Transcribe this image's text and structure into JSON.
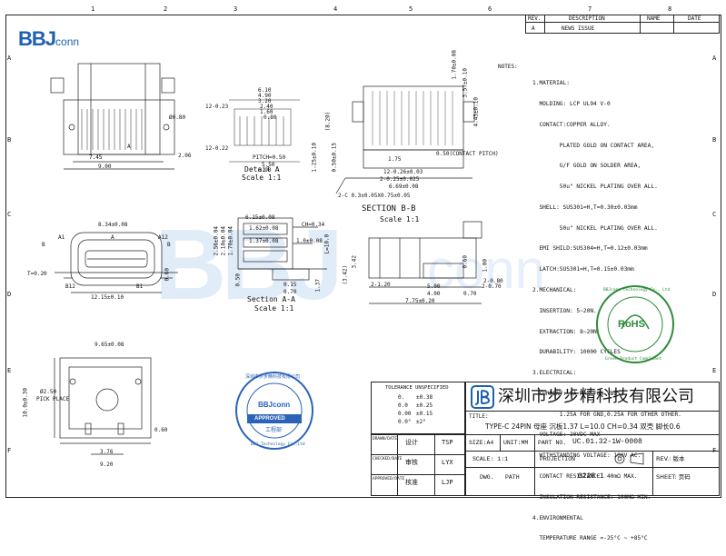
{
  "rulers": {
    "top": [
      "1",
      "2",
      "3",
      "4",
      "5",
      "6",
      "7",
      "8"
    ],
    "side": [
      "A",
      "B",
      "C",
      "D",
      "E",
      "F"
    ]
  },
  "revision_table": {
    "headers": [
      "REV.",
      "DESCRIPTION",
      "NAME",
      "DATE"
    ],
    "rows": [
      [
        "A",
        "NEWS ISSUE",
        "",
        ""
      ]
    ]
  },
  "brand": {
    "primary": "BBJ",
    "secondary": "conn"
  },
  "detail_labels": {
    "detail_a_title": "Detail A",
    "detail_a_scale": "Scale 1:1",
    "section_bb_title": "SECTION B-B",
    "section_bb_scale": "Scale 1:1",
    "section_aa_title": "Section A-A",
    "section_aa_scale": "Scale 1:1"
  },
  "dimensions": {
    "top_view": [
      "7.45",
      "9.00",
      "2.06",
      "Ø0.80",
      "A"
    ],
    "detail_a": [
      "6.10",
      "4.90",
      "3.20",
      "2.40",
      "1.60",
      "0.80",
      "12-0.23",
      "12-0.22",
      "PITCH=0.50",
      "5.50",
      "6.90"
    ],
    "section_bb": [
      "(8.20)",
      "1.25±0.10",
      "0.50±0.15",
      "0.50(CONTACT PITCH)",
      "1.75",
      "12-0.26±0.03",
      "2-0.25±0.025",
      "6.69±0.08",
      "2-C 0.3±0.05X0.75±0.05",
      "1.70±0.08",
      "3.57±0.10",
      "4.45±0.10"
    ],
    "front_view": [
      "8.34±0.08",
      "A1",
      "A12",
      "B12",
      "B1",
      "B",
      "T=0.20",
      "12.15±0.10",
      "0.60",
      "A",
      "B"
    ],
    "section_aa": [
      "6.15±0.08",
      "1.62±0.08",
      "1.37±0.08",
      "2.56±0.04",
      "2.10±0.04",
      "1.70±0.04",
      "CH=0.34",
      "1.0±0.08",
      "L=10.0",
      "0.15",
      "0.70",
      "1.37",
      "(3.42)",
      "0.50"
    ],
    "side_view": [
      "3.42",
      "2-1.20",
      "5.00",
      "4.00",
      "7.75±0.20",
      "0.70",
      "2-0.80",
      "2-0.70",
      "0.60",
      "1.00"
    ],
    "bottom_view": [
      "9.65±0.08",
      "Ø2.50",
      "PICK PLACE",
      "10.0±0.30",
      "3.76",
      "9.20",
      "0.60"
    ]
  },
  "notes": {
    "header": "NOTES:",
    "lines": [
      "1.MATERIAL:",
      "  MOLDING: LCP UL94 V-0",
      "  CONTACT:COPPER ALLOY.",
      "        PLATED GOLD ON CONTACT AREA,",
      "        G/F GOLD ON SOLDER AREA,",
      "        50u\" NICKEL PLATING OVER ALL.",
      "  SHELL: SUS301=H,T=0.30±0.03mm",
      "        50u\" NICKEL PLATING OVER ALL.",
      "  EMI SHILD:SUS304=H,T=0.12±0.03mm",
      "  LATCH:SUS301=H,T=0.15±0.03mm",
      "2.MECHANICAL:",
      "  INSERTION: 5~20N.",
      "  EXTRACTION: 8~20N.",
      "  DURABILITY: 10000 CYCLES",
      "3.ELECTRICAL:",
      "  CURRENT: 5A MAX FOR VBUS;",
      "        1.25A FOR GND,0.25A FOR OTHER OTHER.",
      "  VOLTAGE: 20VDC MAX",
      "  WITHSTANDING VOLTAGE: 100V AC.",
      "  CONTACT RESISTANCE: 40mΩ MAX.",
      "  INSULATION RESISTANCE: 100MΩ MIN.",
      "4.ENVIRONMENTAL",
      "  TEMPERATURE RANGE =-25°C ~ +85°C"
    ]
  },
  "rohs_seal": {
    "center": "RoHS",
    "ring_top": "BBJconn technology Co., Ltd",
    "ring_bottom": "Green Product Compliant"
  },
  "approval_seal": {
    "ring": "深圳市步步精科技有限公司",
    "ring_en": "BBJ Technology Co.,Ltd",
    "brand": "BBJconn",
    "badge": "APPROVED",
    "dept": "工程部"
  },
  "tolerance": {
    "title": "TOLERANCE UNSPECIFIED",
    "rows": [
      [
        "0.",
        "±0.38"
      ],
      [
        "0.0",
        "±0.25"
      ],
      [
        "0.00",
        "±0.15"
      ],
      [
        "0.0°",
        "±2°"
      ]
    ]
  },
  "signoff": {
    "rows": [
      {
        "role_en": "DRAWN/DATE",
        "role_cn": "设计",
        "name": "TSP"
      },
      {
        "role_en": "CHECKED/DATE",
        "role_cn": "审核",
        "name": "LYX"
      },
      {
        "role_en": "APPROVED/DATE",
        "role_cn": "核准",
        "name": "LJP"
      }
    ]
  },
  "title_block": {
    "company": "深圳市步步精科技有限公司",
    "title_label": "TITLE:",
    "title": "TYPE-C 24PIN 母座 沉板1.37 L=10.0 CH=0.34 双壳 脚长0.6",
    "size": "SIZE:A4",
    "unit": "UNIT:MM",
    "part_no_label": "PART NO.",
    "part_no": "UC.01.32-1W-0008",
    "scale": "SCALE: 1:1",
    "projection": "PROJECTION",
    "rev": "REV.: 版本",
    "dwg": "DWG.",
    "path": "PATH",
    "drawing_no": "0228-1",
    "sheet": "SHEET: 页码"
  },
  "colors": {
    "brand_blue": "#1f5fb0",
    "rohs_green": "#2e8b3a",
    "seal_blue": "#2a63b8"
  }
}
